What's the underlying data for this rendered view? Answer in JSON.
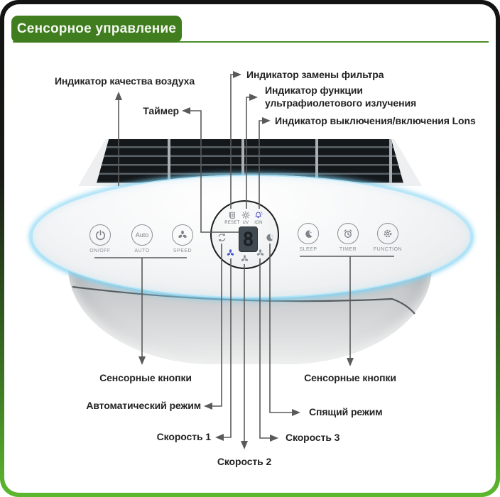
{
  "header": {
    "title": "Сенсорное управление"
  },
  "colors": {
    "header_green": "#3f7d1f",
    "frame_top": "#131313",
    "frame_bottom": "#5cb82e",
    "accent_line": "#4c8e2b",
    "glow_blue": "#8fd6f2",
    "ion_blue": "#5053c6",
    "fan_blue": "#4956c8"
  },
  "device": {
    "left_buttons": [
      {
        "label": "ON/OFF",
        "icon": "power-icon"
      },
      {
        "label": "AUTO",
        "inner_text": "Auto"
      },
      {
        "label": "SPEED",
        "icon": "fan-icon"
      }
    ],
    "right_buttons": [
      {
        "label": "SLEEP",
        "icon": "moon-icon"
      },
      {
        "label": "TIMER",
        "icon": "alarm-icon"
      },
      {
        "label": "FUNCTION",
        "icon": "gear-icon"
      }
    ],
    "detail": {
      "indicators": [
        {
          "label": "RESET",
          "icon": "filter-reset-icon"
        },
        {
          "label": "UV",
          "icon": "sun-icon"
        },
        {
          "label": "ION",
          "icon": "bell-icon"
        }
      ],
      "display_value": "8"
    }
  },
  "callouts": {
    "air_quality": "Индикатор качества воздуха",
    "timer": "Таймер",
    "filter_replace": "Индикатор замены фильтра",
    "uv_line1": "Индикатор функции",
    "uv_line2": "ультрафиолетового излучения",
    "ions": "Индикатор выключения/включения Lons",
    "touch_buttons_left": "Сенсорные кнопки",
    "touch_buttons_right": "Сенсорные кнопки",
    "auto_mode": "Автоматический режим",
    "speed_1": "Скорость 1",
    "speed_2": "Скорость 2",
    "speed_3": "Скорость 3",
    "sleep_mode": "Спящий режим"
  }
}
